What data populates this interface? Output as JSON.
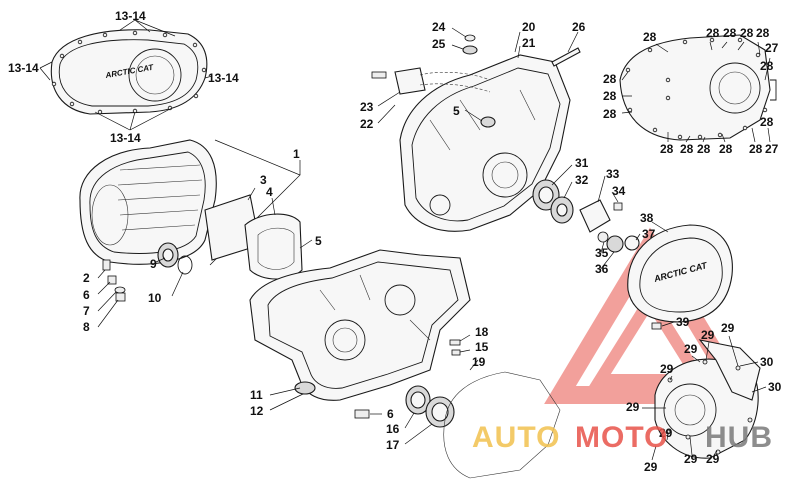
{
  "callouts": {
    "c1": "1",
    "c2": "2",
    "c3": "3",
    "c4": "4",
    "c5a": "5",
    "c5b": "5",
    "c6a": "6",
    "c6b": "6",
    "c7": "7",
    "c8": "8",
    "c9": "9",
    "c10": "10",
    "c11": "11",
    "c12": "12",
    "c13_14a": "13-14",
    "c13_14b": "13-14",
    "c13_14c": "13-14",
    "c13_14d": "13-14",
    "c15": "15",
    "c16": "16",
    "c17": "17",
    "c18": "18",
    "c19": "19",
    "c20": "20",
    "c21": "21",
    "c22": "22",
    "c23": "23",
    "c24": "24",
    "c25": "25",
    "c26": "26",
    "c27a": "27",
    "c27b": "27",
    "c28a": "28",
    "c28b": "28",
    "c28c": "28",
    "c28d": "28",
    "c28e": "28",
    "c28f": "28",
    "c28g": "28",
    "c28h": "28",
    "c28i": "28",
    "c28j": "28",
    "c28k": "28",
    "c28l": "28",
    "c28m": "28",
    "c28n": "28",
    "c28o": "28",
    "c29a": "29",
    "c29b": "29",
    "c29c": "29",
    "c29d": "29",
    "c29e": "29",
    "c29f": "29",
    "c29g": "29",
    "c29h": "29",
    "c29i": "29",
    "c30a": "30",
    "c30b": "30",
    "c31": "31",
    "c32": "32",
    "c33": "33",
    "c34": "34",
    "c35": "35",
    "c36": "36",
    "c37": "37",
    "c38": "38",
    "c39": "39"
  },
  "logos": {
    "brand_top": "ARCTIC CAT",
    "brand_cover": "ARCTIC CAT"
  },
  "watermark": {
    "text_auto": "AUTO",
    "text_moto": "MOTO",
    "text_hub": "HUB",
    "colors": {
      "auto": "#f2c14e",
      "moto": "#e8534a",
      "hub": "#7a7a7a",
      "triangle": "#e8534a"
    }
  }
}
